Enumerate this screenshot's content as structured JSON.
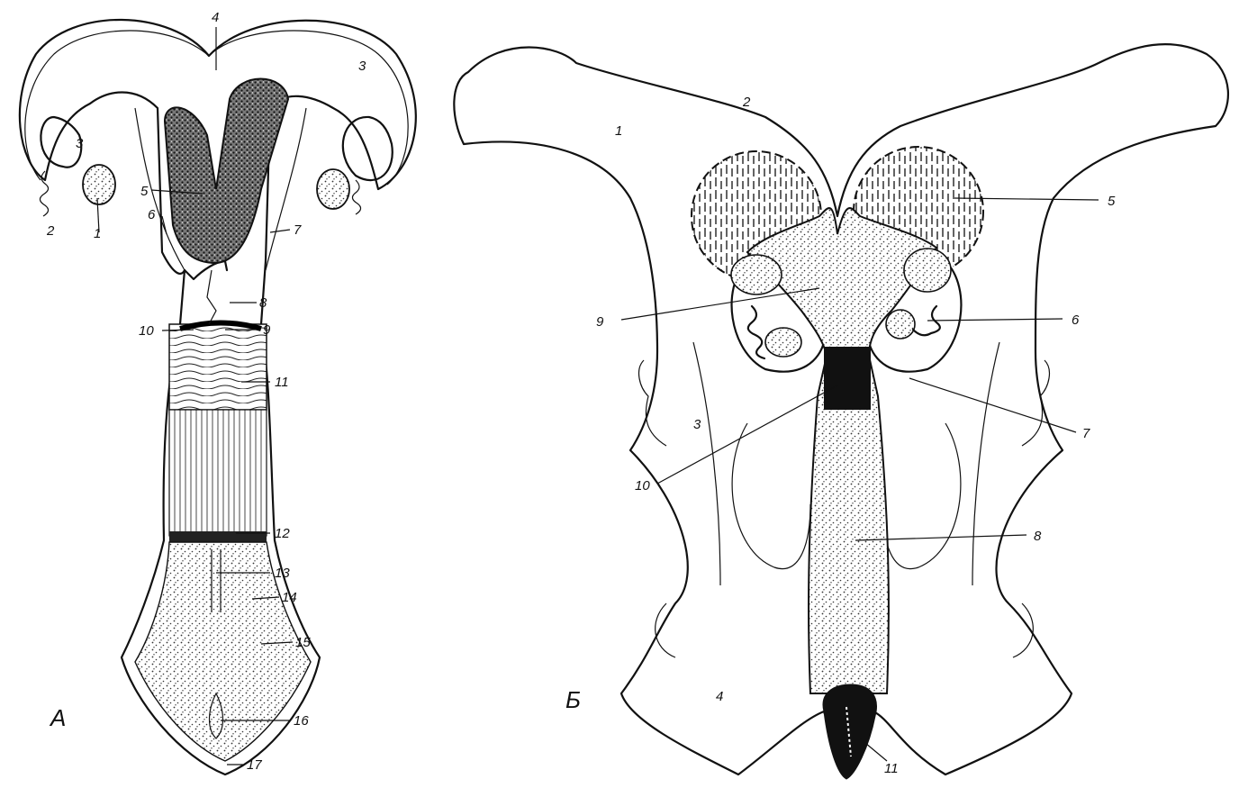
{
  "panels": [
    {
      "letter": "А",
      "labels": [
        "1",
        "2",
        "3",
        "3",
        "4",
        "5",
        "6",
        "7",
        "8",
        "9",
        "10",
        "11",
        "12",
        "13",
        "14",
        "15",
        "16",
        "17"
      ]
    },
    {
      "letter": "Б",
      "labels": [
        "1",
        "2",
        "3",
        "4",
        "5",
        "6",
        "7",
        "8",
        "9",
        "10",
        "11"
      ]
    }
  ],
  "colors": {
    "ink": "#111111",
    "paper": "#ffffff",
    "stipple": "#444444"
  }
}
